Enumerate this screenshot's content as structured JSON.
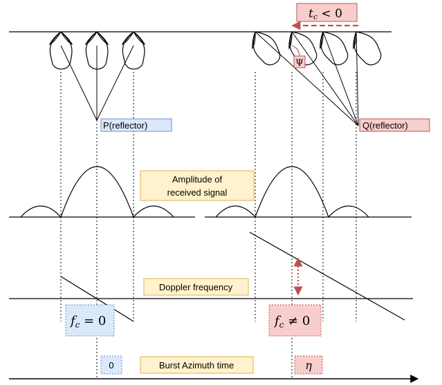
{
  "colors": {
    "line": "#000000",
    "blue_fill": "#dae8fc",
    "blue_stroke": "#6c8ebf",
    "red_fill": "#f8cecc",
    "red_stroke": "#b85450",
    "yellow_fill": "#fff2cc",
    "yellow_stroke": "#d6b656",
    "arrow_red": "#b85450"
  },
  "labels": {
    "p_reflector": "P(reflector)",
    "q_reflector": "Q(reflector)",
    "amplitude_line1": "Amplitude of",
    "amplitude_line2": "received signal",
    "doppler": "Doppler frequency",
    "burst_time": "Burst Azimuth time",
    "zero": "0",
    "eta": "η",
    "psi": "Ψ",
    "tc_t": "t",
    "tc_sub": "c",
    "tc_rest": " < 0",
    "fc_f": "f",
    "fc_sub": "c",
    "fc_zero_rest": " = 0",
    "fc_nonzero_rest": " ≠ 0"
  }
}
